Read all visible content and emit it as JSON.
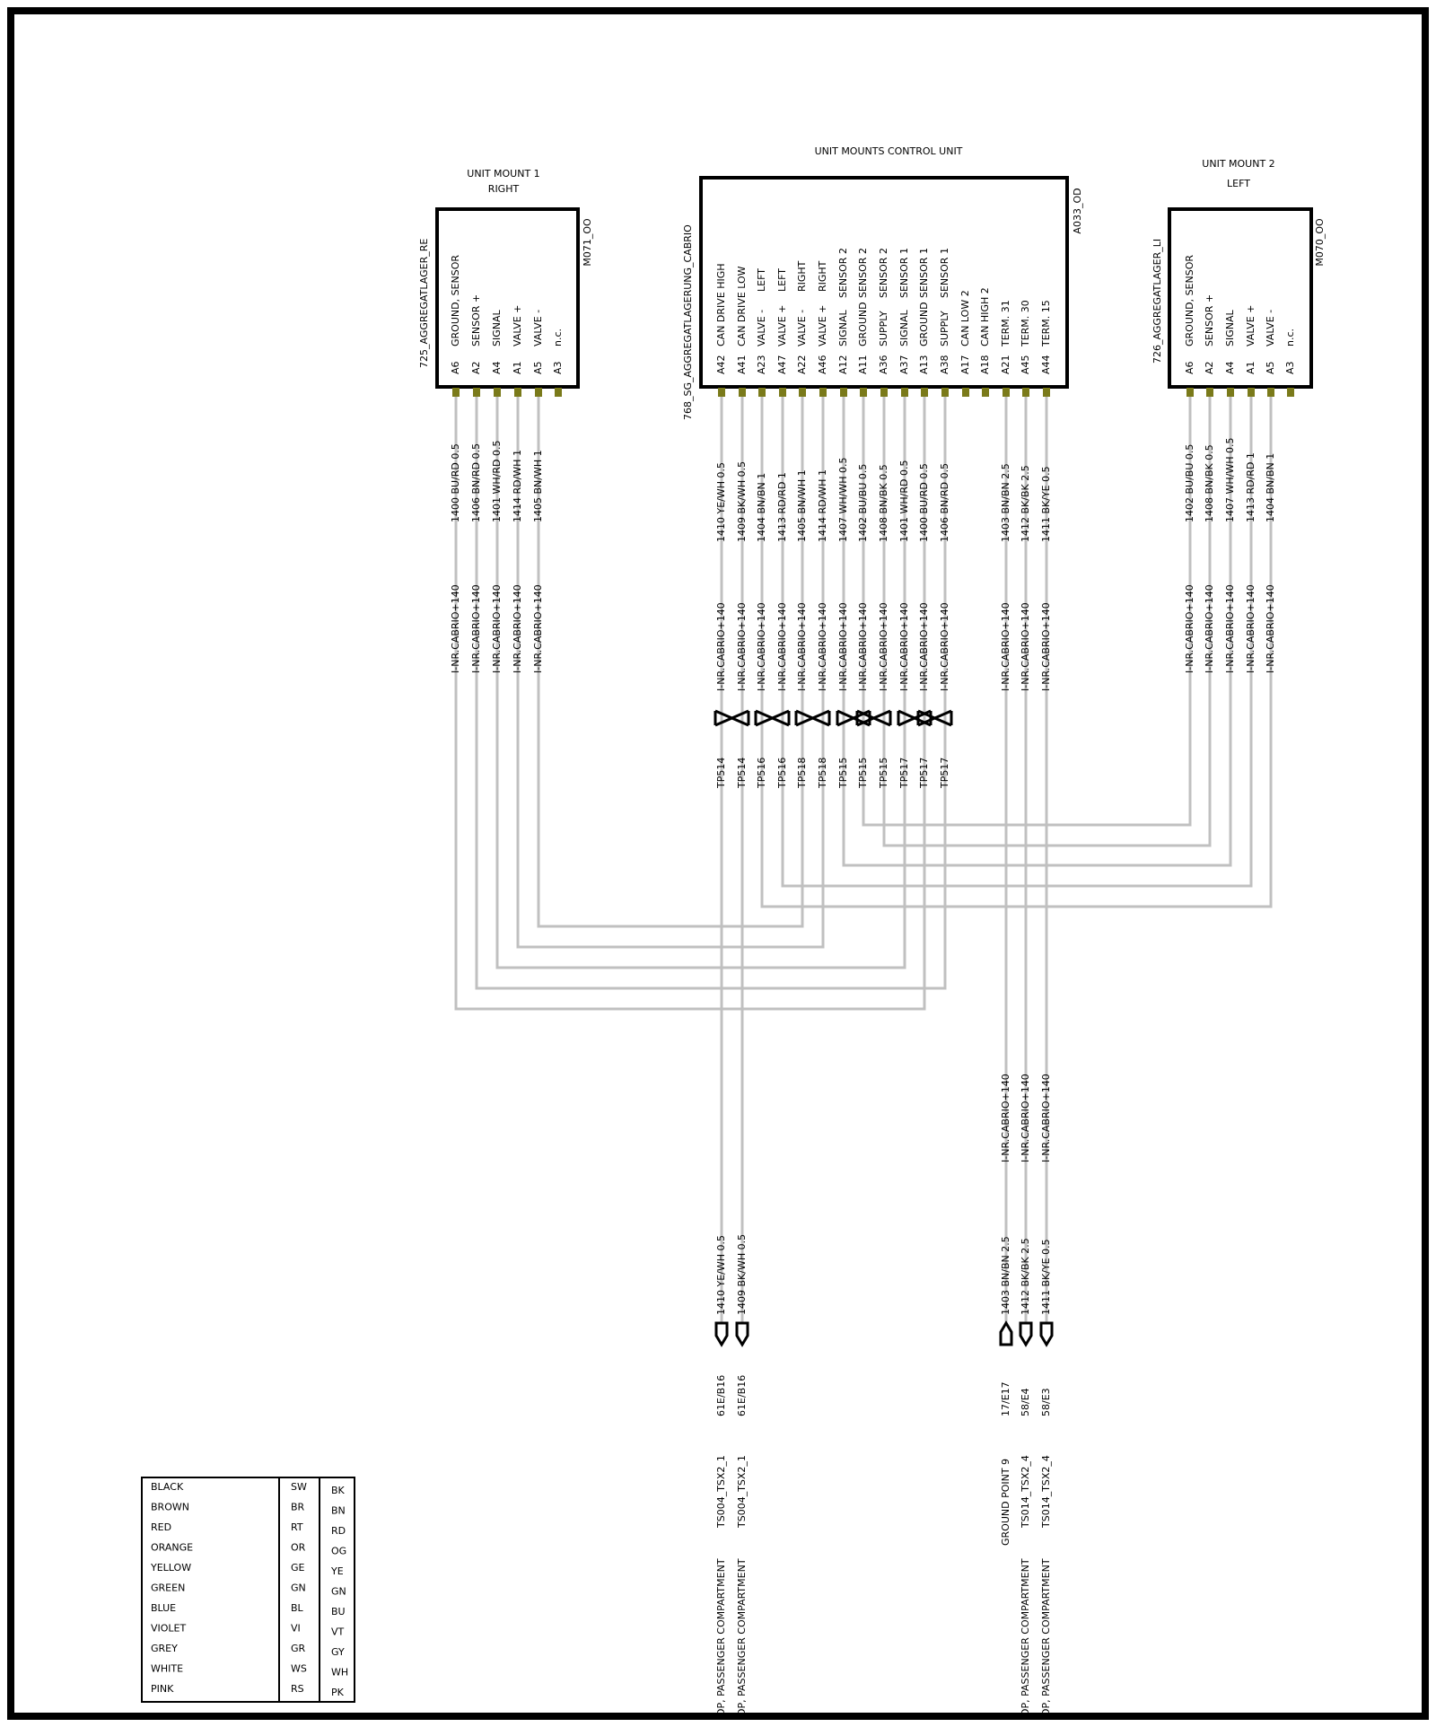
{
  "connectors": [
    {
      "id": "right",
      "header": [
        "UNIT MOUNT 1",
        "RIGHT"
      ],
      "left_label": "725_AGGREGATLAGER_RE",
      "right_label": "M071_OO",
      "pins": [
        {
          "pin": "A6",
          "func": [
            "GROUND, SENSOR"
          ]
        },
        {
          "pin": "A2",
          "func": [
            "SENSOR +"
          ]
        },
        {
          "pin": "A4",
          "func": [
            "SIGNAL"
          ]
        },
        {
          "pin": "A1",
          "func": [
            "VALVE +"
          ]
        },
        {
          "pin": "A5",
          "func": [
            "VALVE -"
          ]
        },
        {
          "pin": "A3",
          "func": [
            "n.c."
          ]
        }
      ]
    },
    {
      "id": "center",
      "header": [
        "UNIT MOUNTS CONTROL UNIT"
      ],
      "left_label": "768_SG_AGGREGATLAGERUNG_CABRIO",
      "right_label": "A033_OD",
      "pins": [
        {
          "pin": "A42",
          "func": [
            "CAN DRIVE HIGH"
          ]
        },
        {
          "pin": "A41",
          "func": [
            "CAN DRIVE LOW"
          ]
        },
        {
          "pin": "A23",
          "func": [
            "VALVE -",
            "LEFT"
          ]
        },
        {
          "pin": "A47",
          "func": [
            "VALVE +",
            "LEFT"
          ]
        },
        {
          "pin": "A22",
          "func": [
            "VALVE -",
            "RIGHT"
          ]
        },
        {
          "pin": "A46",
          "func": [
            "VALVE +",
            "RIGHT"
          ]
        },
        {
          "pin": "A12",
          "func": [
            "SIGNAL",
            "SENSOR 2"
          ]
        },
        {
          "pin": "A11",
          "func": [
            "GROUND",
            "SENSOR 2"
          ]
        },
        {
          "pin": "A36",
          "func": [
            "SUPPLY",
            "SENSOR 2"
          ]
        },
        {
          "pin": "A37",
          "func": [
            "SIGNAL",
            "SENSOR 1"
          ]
        },
        {
          "pin": "A13",
          "func": [
            "GROUND",
            "SENSOR 1"
          ]
        },
        {
          "pin": "A38",
          "func": [
            "SUPPLY",
            "SENSOR 1"
          ]
        },
        {
          "pin": "A17",
          "func": [
            "CAN LOW 2"
          ]
        },
        {
          "pin": "A18",
          "func": [
            "CAN HIGH 2"
          ]
        },
        {
          "pin": "A21",
          "func": [
            "TERM. 31"
          ]
        },
        {
          "pin": "A45",
          "func": [
            "TERM. 30"
          ]
        },
        {
          "pin": "A44",
          "func": [
            "TERM. 15"
          ]
        }
      ]
    },
    {
      "id": "left",
      "header": [
        "UNIT MOUNT 2",
        "LEFT"
      ],
      "left_label": "726_AGGREGATLAGER_LI",
      "right_label": "M070_OO",
      "pins": [
        {
          "pin": "A6",
          "func": [
            "GROUND, SENSOR"
          ]
        },
        {
          "pin": "A2",
          "func": [
            "SENSOR +"
          ]
        },
        {
          "pin": "A4",
          "func": [
            "SIGNAL"
          ]
        },
        {
          "pin": "A1",
          "func": [
            "VALVE +"
          ]
        },
        {
          "pin": "A5",
          "func": [
            "VALVE -"
          ]
        },
        {
          "pin": "A3",
          "func": [
            "n.c."
          ]
        }
      ]
    }
  ],
  "wires": {
    "right": [
      "1400 BU/RD 0.5",
      "1406 BN/RD 0.5",
      "1401 WH/RD 0.5",
      "1414 RD/WH 1",
      "1405 BN/WH 1"
    ],
    "center": [
      "1410 YE/WH 0.5",
      "1409 BK/WH 0.5",
      "1404 BN/BN 1",
      "1413 RD/RD 1",
      "1405 BN/WH 1",
      "1414 RD/WH 1",
      "1407 WH/WH 0.5",
      "1402 BU/BU 0.5",
      "1408 BN/BK 0.5",
      "1401 WH/RD 0.5",
      "1400 BU/RD 0.5",
      "1406 BN/RD 0.5"
    ],
    "center_term": [
      "1403 BN/BN 2.5",
      "1412 BK/BK 2.5",
      "1411 BK/YE 0.5"
    ],
    "left": [
      "1402 BU/BU 0.5",
      "1408 BN/BK 0.5",
      "1407 WH/WH 0.5",
      "1413 RD/RD 1",
      "1404 BN/BN 1"
    ]
  },
  "harness_label": "I-NR.CABRIO+140",
  "twisted_pairs": [
    "TP514",
    "TP514",
    "TP516",
    "TP516",
    "TP518",
    "TP518",
    "TP515",
    "TP515",
    "TP515",
    "TP517",
    "TP517",
    "TP517"
  ],
  "outputs": [
    {
      "wire": "1410 YE/WH 0.5",
      "code": "61E/B16",
      "splice": "TS004_TSX2_1",
      "location": "DP, PASSENGER COMPARTMENT"
    },
    {
      "wire": "1409 BK/WH 0.5",
      "code": "61E/B16",
      "splice": "TS004_TSX2_1",
      "location": "DP, PASSENGER COMPARTMENT"
    },
    {
      "wire": "1403 BN/BN 2.5",
      "code": "17/E17",
      "splice": "GROUND POINT 9",
      "location": ""
    },
    {
      "wire": "1412 BK/BK 2.5",
      "code": "58/E4",
      "splice": "TS014_TSX2_4",
      "location": "DP, PASSENGER COMPARTMENT"
    },
    {
      "wire": "1411 BK/YE 0.5",
      "code": "58/E3",
      "splice": "TS014_TSX2_4",
      "location": "DP, PASSENGER COMPARTMENT"
    }
  ],
  "legend": {
    "names": [
      "BLACK",
      "BROWN",
      "RED",
      "ORANGE",
      "YELLOW",
      "GREEN",
      "BLUE",
      "VIOLET",
      "GREY",
      "WHITE",
      "PINK"
    ],
    "german": [
      "SW",
      "BR",
      "RT",
      "OR",
      "GE",
      "GN",
      "BL",
      "VI",
      "GR",
      "WS",
      "RS"
    ],
    "english": [
      "BK",
      "BN",
      "RD",
      "OG",
      "YE",
      "GN",
      "BU",
      "VT",
      "GY",
      "WH",
      "PK"
    ]
  },
  "colors": {
    "wire": "#c0c0c0",
    "pin": "#7a7a1a",
    "line": "#000000"
  }
}
